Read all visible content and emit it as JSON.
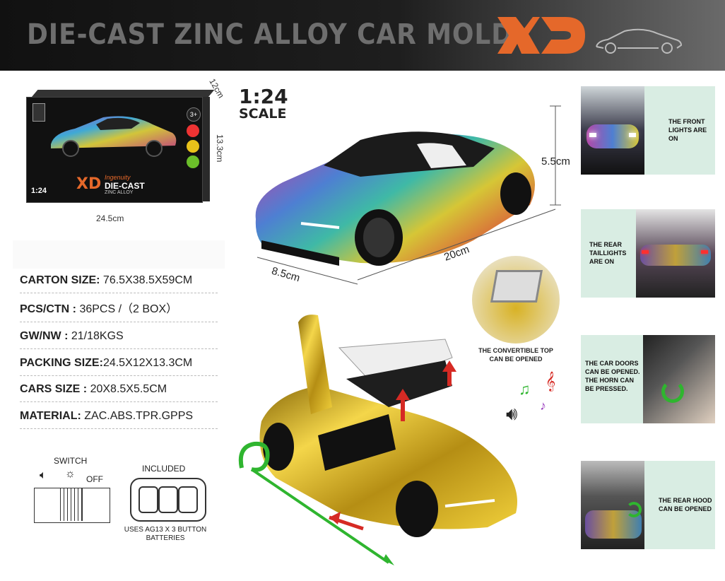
{
  "header": {
    "title": "DIE-CAST ZINC ALLOY CAR MOLD",
    "brand_logo_icon": "xd-brand-logo",
    "car_outline_icon": "car-silhouette-icon",
    "accent_color": "#e5682a"
  },
  "box": {
    "logo_text": "XD",
    "tagline": "Ingenuity",
    "die_cast_label": "DIE-CAST",
    "zinc_alloy_label": "ZINC ALLOY",
    "scale_label": "1:24",
    "age_badge": "3+",
    "width_label": "24.5cm",
    "depth_label": "12cm",
    "height_label": "13.3cm"
  },
  "scale": {
    "ratio": "1:24",
    "word": "SCALE"
  },
  "car_dimensions": {
    "height": "5.5cm",
    "length": "20cm",
    "width": "8.5cm"
  },
  "specs": [
    {
      "label": "CARTON SIZE:",
      "value": " 76.5X38.5X59CM"
    },
    {
      "label": "PCS/CTN :",
      "value": " 36PCS /（2 BOX）"
    },
    {
      "label": "GW/NW :",
      "value": " 21/18KGS"
    },
    {
      "label": "PACKING SIZE:",
      "value": "24.5X12X13.3CM"
    },
    {
      "label": "CARS SIZE :",
      "value": " 20X8.5X5.5CM"
    },
    {
      "label": "MATERIAL:",
      "value": " ZAC.ABS.TPR.GPPS"
    }
  ],
  "switch": {
    "title": "SWITCH",
    "off_label": "OFF",
    "sound_icon": "speaker-icon",
    "light_icon": "light-bulb-icon"
  },
  "included": {
    "title": "INCLUDED",
    "note_line1": "USES AG13 X 3 BUTTON",
    "note_line2": "BATTERIES"
  },
  "features": {
    "convertible_top": "THE CONVERTIBLE TOP CAN BE OPENED",
    "front_lights": [
      "THE FRONT",
      "LIGHTS ARE",
      "ON"
    ],
    "rear_taillights": [
      "THE REAR",
      "TAILLIGHTS",
      "ARE ON"
    ],
    "doors_horn": [
      "THE CAR DOORS",
      "CAN BE OPENED.",
      "THE HORN CAN",
      "BE PRESSED."
    ],
    "rear_hood": [
      "THE REAR HOOD",
      "CAN BE OPENED"
    ]
  },
  "colors": {
    "panel_bg": "#d9ede3",
    "arrow_red": "#d62a24",
    "arrow_green": "#2fb52f",
    "gold": "#d9b31a"
  }
}
